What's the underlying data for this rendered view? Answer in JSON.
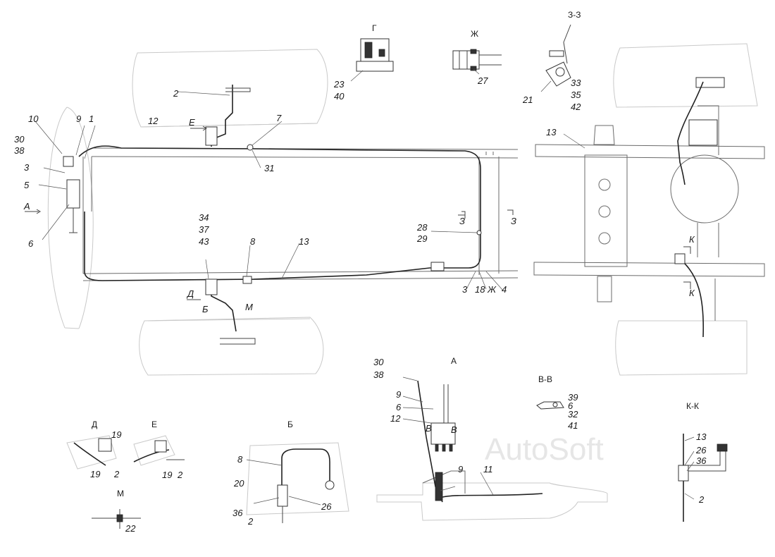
{
  "diagram": {
    "watermark": "AutoSoft",
    "view_titles": {
      "G": "Г",
      "ZH": "Ж",
      "ZZ": "З-З",
      "A": "А",
      "VV": "В-В",
      "KK": "К-К",
      "D": "Д",
      "E": "Е",
      "B": "Б",
      "M": "М"
    },
    "main_view": {
      "l10": "10",
      "l9": "9",
      "l1": "1",
      "l30": "30",
      "l38": "38",
      "l3": "3",
      "l5": "5",
      "arrowA": "А",
      "l6": "6",
      "l12": "12",
      "l2": "2",
      "arrowE": "Е",
      "l7": "7",
      "l31": "31",
      "l34": "34",
      "l37": "37",
      "l43": "43",
      "l8": "8",
      "l13": "13",
      "arrowD": "Д",
      "arrowB": "Б",
      "arrowM": "М",
      "l28": "28",
      "l29": "29",
      "secZ1": "З",
      "secZ2": "З",
      "l3b": "3",
      "l18": "18",
      "lZh": "Ж",
      "l4": "4"
    },
    "right_view": {
      "l13": "13",
      "secK1": "К",
      "secK2": "К"
    },
    "view_G": {
      "l23": "23",
      "l40": "40"
    },
    "view_ZH": {
      "l27": "27"
    },
    "view_ZZ": {
      "l33": "33",
      "l35": "35",
      "l42": "42",
      "l21": "21"
    },
    "view_A": {
      "l30": "30",
      "l38": "38",
      "l9": "9",
      "l6": "6",
      "l12": "12",
      "lV1": "В",
      "lV2": "В",
      "l9b": "9",
      "l11": "11"
    },
    "view_VV": {
      "l39": "39",
      "l6": "6",
      "l32": "32",
      "l41": "41"
    },
    "view_KK": {
      "l13": "13",
      "l26": "26",
      "l36": "36",
      "l2": "2"
    },
    "view_D": {
      "l19a": "19",
      "l19b": "19",
      "l2": "2"
    },
    "view_E": {
      "l19": "19",
      "l2": "2"
    },
    "view_B": {
      "l8": "8",
      "l20": "20",
      "l36": "36",
      "l2": "2",
      "l26": "26"
    },
    "view_M": {
      "l22": "22"
    }
  }
}
